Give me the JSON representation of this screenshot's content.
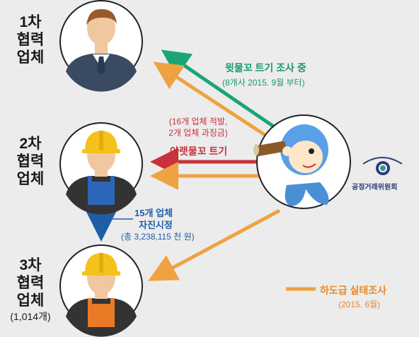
{
  "tiers": {
    "tier1": {
      "line1": "1차",
      "line2": "협력",
      "line3": "업체"
    },
    "tier2": {
      "line1": "2차",
      "line2": "협력",
      "line3": "업체"
    },
    "tier3": {
      "line1": "3차",
      "line2": "협력",
      "line3": "업체",
      "count": "(1,014개)"
    }
  },
  "upstream_survey": {
    "title": "윗물꼬 트기 조사 중",
    "subtitle": "(8개사 2015. 9월 부터)"
  },
  "downstream_survey": {
    "title": "아랫물꼬 트기",
    "subtitle_line1": "(16개 업체 적발,",
    "subtitle_line2": "2개 업체 과징금)"
  },
  "self_correction": {
    "title": "15개 업체",
    "subtitle": "자진시정",
    "amount": "(총 3,238,115 천 원)"
  },
  "legend": {
    "label": "하도급 실태조사",
    "date": "(2015. 6월)"
  },
  "agency": {
    "name": "공정거래위원회"
  },
  "colors": {
    "green": "#1aa574",
    "red": "#c8323a",
    "orange": "#eea241",
    "blue": "#1e5ea8",
    "suit": "#3a4a60",
    "hardhat": "#f4c21a",
    "overall_blue": "#2b66b8",
    "overall_orange": "#e87a26"
  }
}
